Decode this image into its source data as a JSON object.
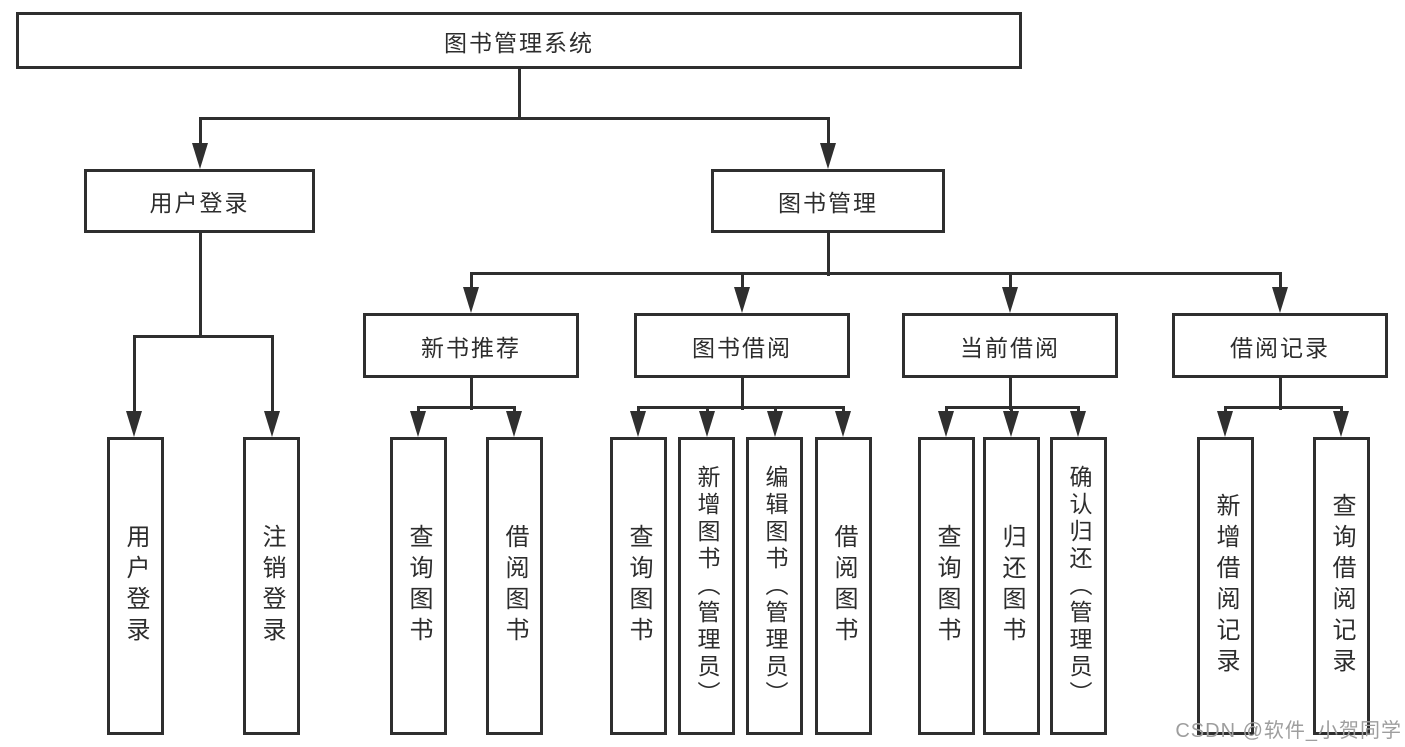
{
  "diagram": {
    "root": {
      "label": "图书管理系统"
    },
    "level2": {
      "user_login": {
        "label": "用户登录"
      },
      "book_management": {
        "label": "图书管理"
      }
    },
    "level3": {
      "new_book_recommendation": {
        "label": "新书推荐"
      },
      "book_borrowing": {
        "label": "图书借阅"
      },
      "current_borrowing": {
        "label": "当前借阅"
      },
      "borrowing_records": {
        "label": "借阅记录"
      }
    },
    "leaves": {
      "user_login": {
        "label": "用户登录"
      },
      "logout": {
        "label": "注销登录"
      },
      "nb_query_books": {
        "label": "查询图书"
      },
      "nb_borrow_books": {
        "label": "借阅图书"
      },
      "bb_query_books": {
        "label": "查询图书"
      },
      "bb_add_books": {
        "label": "新增图书（管理员）"
      },
      "bb_edit_books": {
        "label": "编辑图书（管理员）"
      },
      "bb_borrow_books": {
        "label": "借阅图书"
      },
      "cb_query_books": {
        "label": "查询图书"
      },
      "cb_return_books": {
        "label": "归还图书"
      },
      "cb_confirm_return": {
        "label": "确认归还（管理员）"
      },
      "br_add_record": {
        "label": "新增借阅记录"
      },
      "br_query_record": {
        "label": "查询借阅记录"
      }
    }
  },
  "watermark": {
    "text": "CSDN @软件_小贺同学"
  },
  "colors": {
    "line": "#2f2f2f",
    "text": "#2d2d2d",
    "watermark": "#9e9e9e",
    "background": "#ffffff"
  }
}
